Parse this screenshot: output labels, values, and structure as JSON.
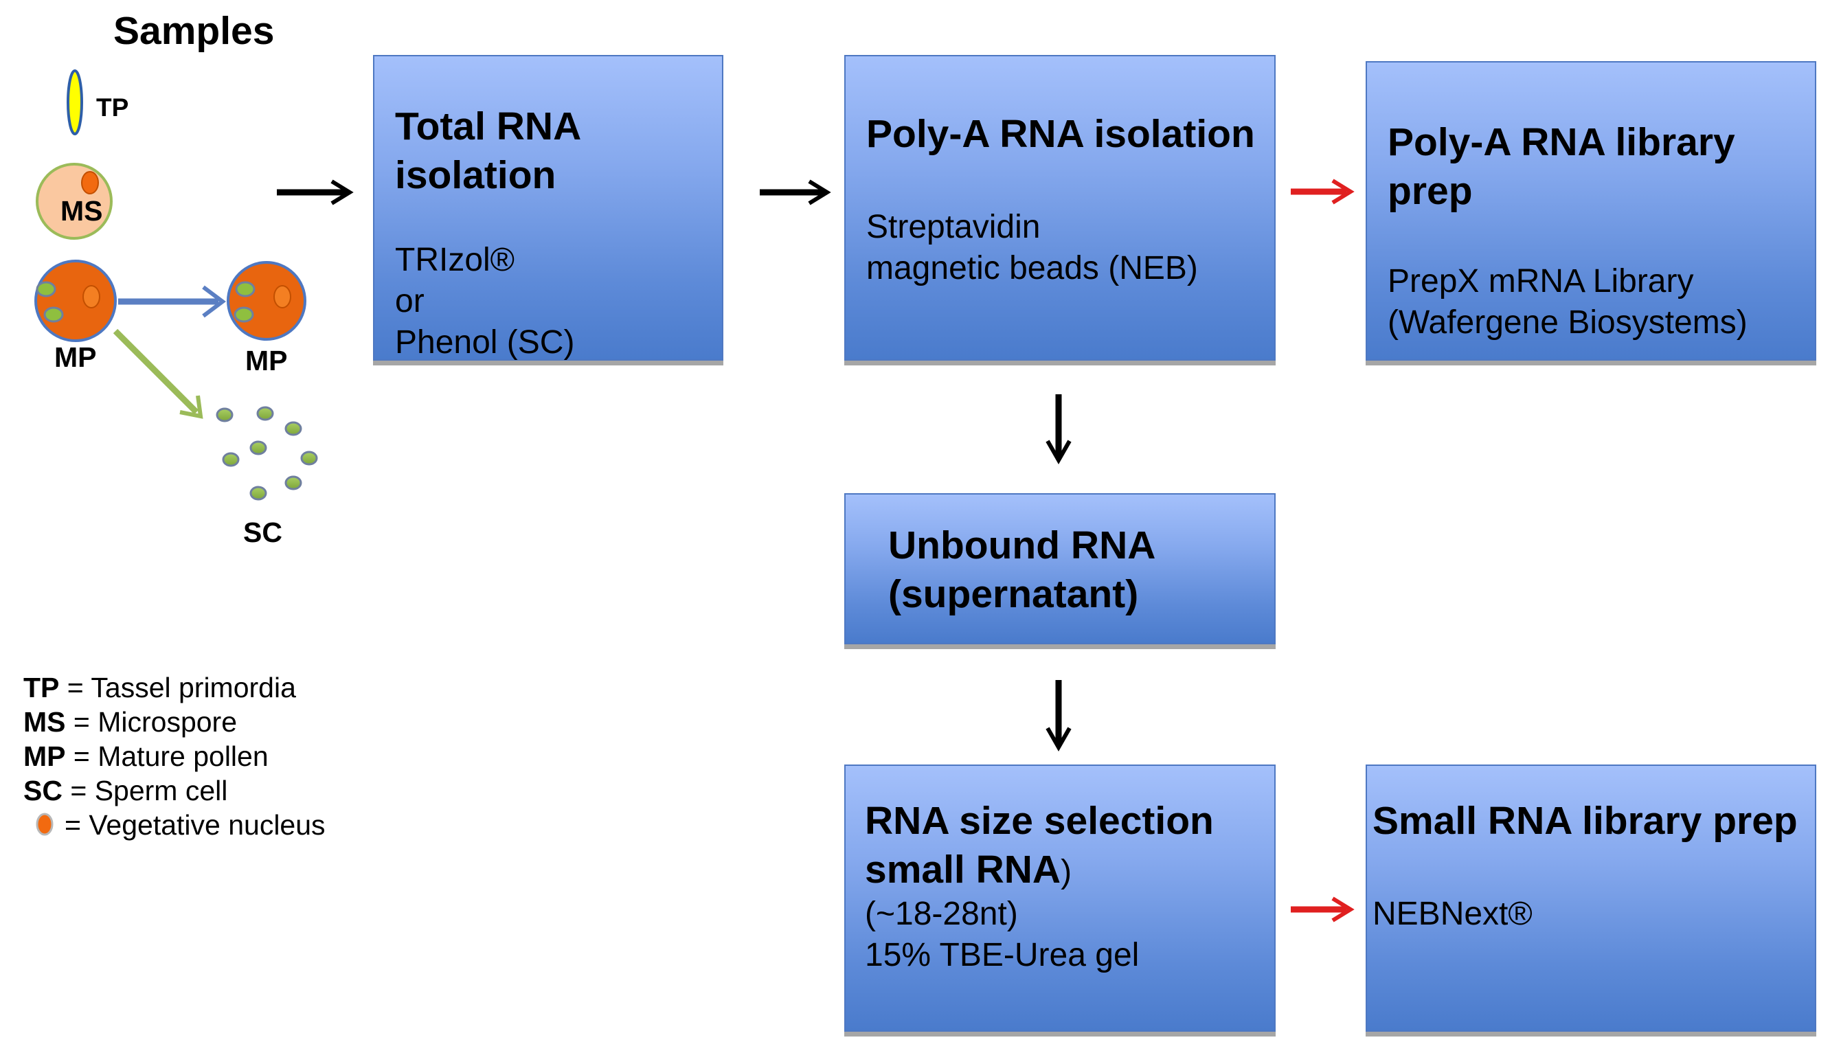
{
  "samples_title": "Samples",
  "sample_labels": {
    "tp": "TP",
    "ms": "MS",
    "mp_left": "MP",
    "mp_right": "MP",
    "sc": "SC"
  },
  "boxes": {
    "total_rna": {
      "title": [
        "Total RNA",
        "isolation"
      ],
      "body": [
        "TRIzol®",
        "or",
        "Phenol  (SC)"
      ]
    },
    "polya_isolation": {
      "title": [
        "Poly-A RNA isolation"
      ],
      "body": [
        "Streptavidin",
        "magnetic beads (NEB)"
      ]
    },
    "polya_library": {
      "title": [
        "Poly-A RNA library",
        "prep"
      ],
      "body": [
        "PrepX mRNA Library",
        "(Wafergene Biosystems)"
      ]
    },
    "unbound": {
      "title": [
        "Unbound RNA",
        "(supernatant)"
      ]
    },
    "size_selection": {
      "title": [
        "RNA size selection",
        "small RNA"
      ],
      "title_suffix": ")",
      "body": [
        "(~18-28nt)",
        "15% TBE-Urea gel"
      ]
    },
    "small_library": {
      "title": [
        "Small RNA library prep"
      ],
      "body": [
        "NEBNext®"
      ]
    }
  },
  "legend": [
    {
      "abbr": "TP",
      "text": " = Tassel primordia"
    },
    {
      "abbr": "MS",
      "text": " = Microspore"
    },
    {
      "abbr": "MP",
      "text": " = Mature pollen"
    },
    {
      "abbr": "SC",
      "text": " = Sperm cell"
    },
    {
      "abbr": "",
      "text": " = Vegetative nucleus"
    }
  ],
  "colors": {
    "box_top": "#a4c0fb",
    "box_bottom": "#4a7bcc",
    "box_border": "#4e78c2",
    "arrow_black": "#000000",
    "arrow_red": "#e02020",
    "microspore_fill": "#fac8a0",
    "pollen_fill": "#e8650f",
    "nucleus": "#f26a10",
    "sperm_fill": "#8fbf3f",
    "tp_fill": "#ffff00",
    "blue_arrow": "#5b7fc3",
    "green_arrow": "#9bbb59"
  }
}
